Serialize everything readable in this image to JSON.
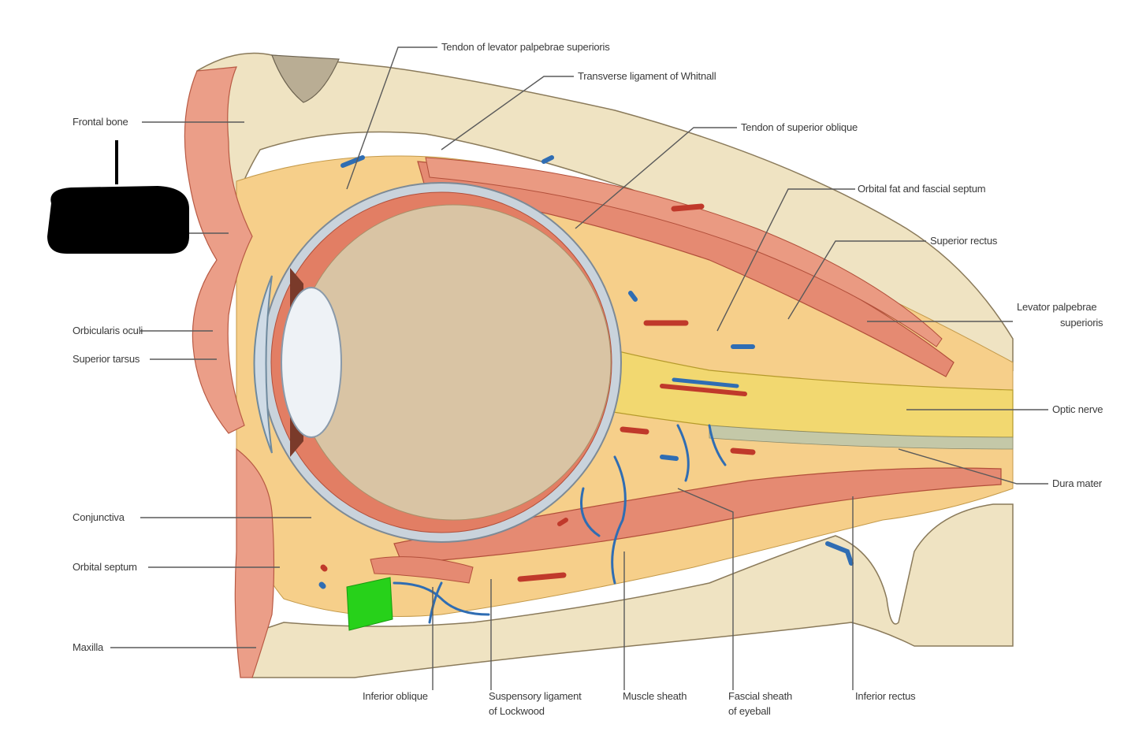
{
  "labels": {
    "tendon_levator": "Tendon of levator palpebrae superioris",
    "whitnall": "Transverse ligament of Whitnall",
    "tendon_superior_oblique": "Tendon of superior oblique",
    "frontal_bone": "Frontal bone",
    "orbital_fat": "Orbital fat and fascial septum",
    "superior_rectus": "Superior rectus",
    "levator_line1": "Levator palpebrae",
    "levator_line2": "superioris",
    "orbicularis": "Orbicularis oculi",
    "superior_tarsus": "Superior tarsus",
    "optic_nerve": "Optic nerve",
    "dura_mater": "Dura mater",
    "conjunctiva": "Conjunctiva",
    "orbital_septum": "Orbital septum",
    "maxilla": "Maxilla",
    "inferior_oblique": "Inferior oblique",
    "lockwood_line1": "Suspensory ligament",
    "lockwood_line2": "of Lockwood",
    "muscle_sheath": "Muscle sheath",
    "fascial_line1": "Fascial sheath",
    "fascial_line2": "of eyeball",
    "inferior_rectus": "Inferior rectus"
  },
  "colors": {
    "bone": "#efe3c2",
    "fat": "#f6cf8a",
    "muscle": "#e58a72",
    "nerve": "#f2d870",
    "eyeball_interior": "#d9c4a4",
    "sclera": "#c9d3dc",
    "vein": "#2f6db3",
    "artery": "#c0392b",
    "redaction": "#000000",
    "highlight": "#27d11a"
  }
}
